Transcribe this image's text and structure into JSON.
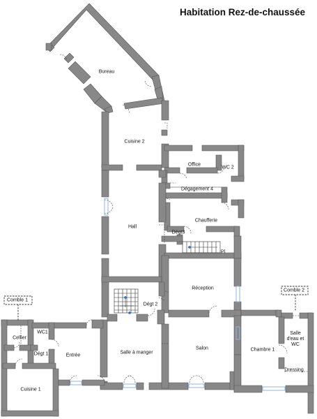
{
  "title": "Habitation Rez-de-chaussée",
  "rooms": {
    "bureau": "Bureau",
    "cuisine2": "Cuisine 2",
    "office": "Office",
    "wc2": "WC 2",
    "degagement4": "Dégagement 4",
    "hall": "Hall",
    "chaufferie": "Chaufferie",
    "degt3": "Dégt3",
    "pl": "Pl",
    "reception": "Réception",
    "degt2": "Dégt 2",
    "comble1": "Comble 1",
    "comble2": "Comble 2",
    "cellier": "Cellier",
    "wc1": "WC1",
    "degt1": "Dégt 1",
    "entree": "Entrée",
    "salle_a_manger": "Salle à manger",
    "salon": "Salon",
    "chambre1": "Chambre 1",
    "salle_eau": "Salle d'eau et WC",
    "dressing": "Dressing",
    "cuisine1": "Cuisine 1"
  },
  "colors": {
    "wall": "#888888",
    "window": "#8fb6e0",
    "text": "#111111"
  }
}
